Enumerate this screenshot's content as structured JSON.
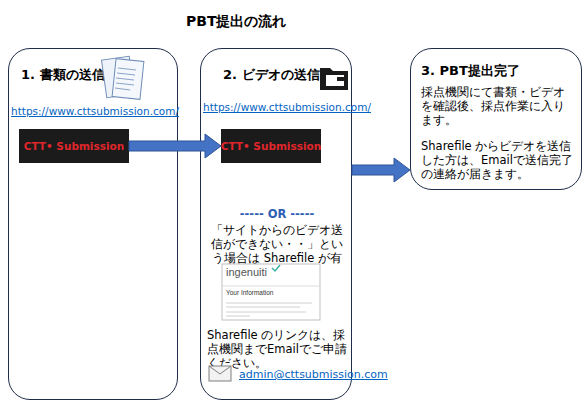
{
  "diagram": {
    "title": "PBT提出の流れ",
    "nodes": [
      {
        "text": [
          "1. 書類の送信",
          "https://www.cttsubmission.com/"
        ]
      },
      {
        "text": [
          "CTT• Submission"
        ],
        "in": 0
      },
      {
        "text": [
          "2. ビデオの送信",
          "https://www.cttsubmission.com/",
          "----- OR -----",
          "「サイトからのビデオ送信ができない・・」という場合は Sharefile が有効です",
          "Sharefile のリンクは、採点機関までEmailでご申請ください。",
          "admin@cttsubmission.com"
        ]
      },
      {
        "text": [
          "CTT• Submission"
        ],
        "in": 2
      },
      {
        "text": [
          "3. PBT提出完了",
          "採点機関にて書類・ビデオを確認後、採点作業に入ります。",
          "Sharefile からビデオを送信した方は、Emailで送信完了の連絡が届きます。"
        ]
      }
    ],
    "edges": [
      {
        "from": 1,
        "to": 3,
        "arrow": "to"
      },
      {
        "from": 2,
        "to": 4,
        "arrow": "to"
      }
    ],
    "labels": [
      "ingenuiti",
      "Your Information"
    ]
  }
}
